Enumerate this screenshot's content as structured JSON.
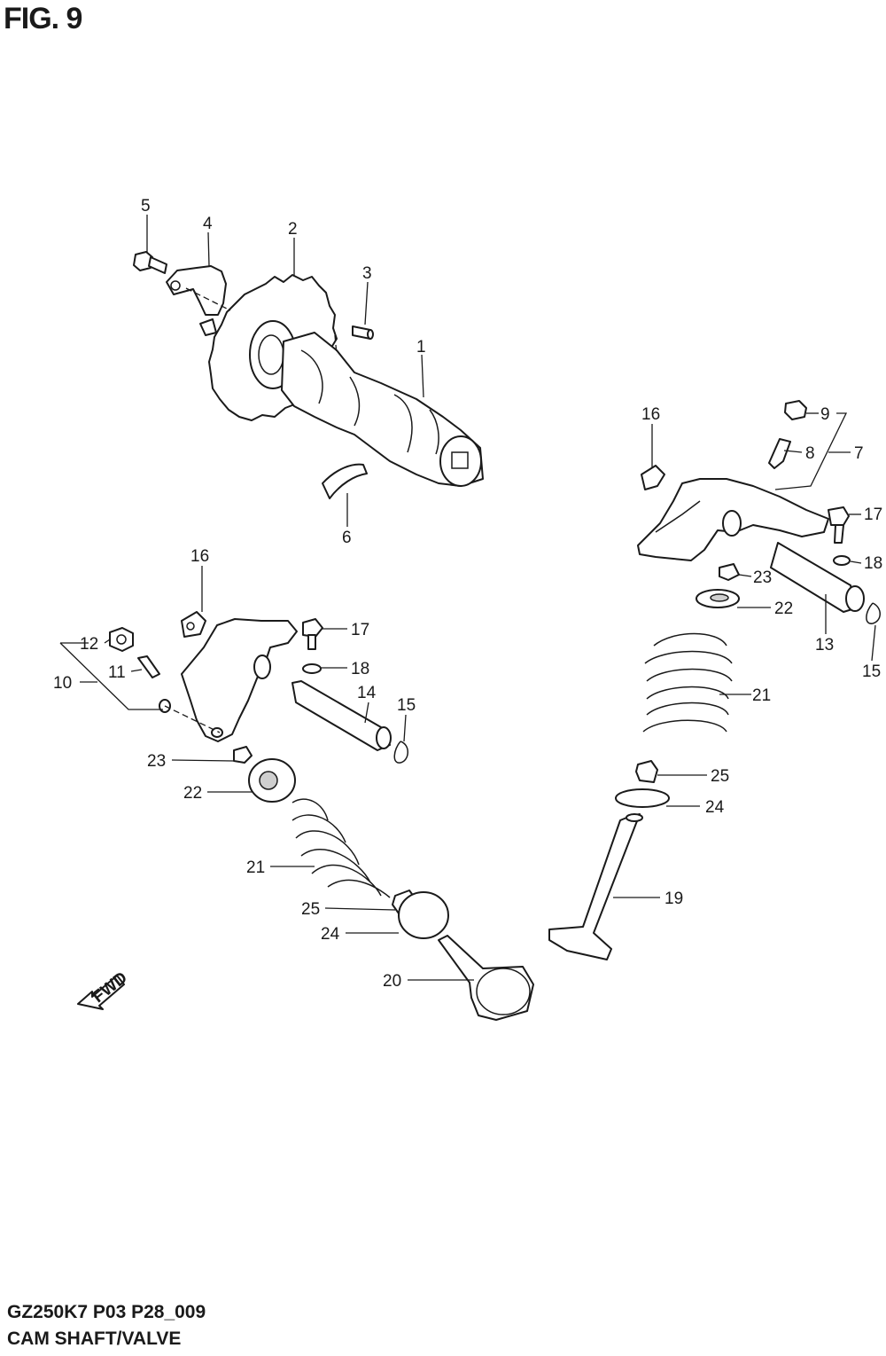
{
  "figure": {
    "title": "FIG. 9"
  },
  "footer": {
    "code": "GZ250K7 P03 P28_009",
    "title": "CAM SHAFT/VALVE"
  },
  "badge": {
    "fwd": "FWD"
  },
  "callouts": {
    "c1": "1",
    "c2": "2",
    "c3": "3",
    "c4": "4",
    "c5": "5",
    "c6": "6",
    "c7": "7",
    "c8": "8",
    "c9": "9",
    "c10": "10",
    "c11": "11",
    "c12": "12",
    "c13": "13",
    "c14": "14",
    "c15a": "15",
    "c15b": "15",
    "c16a": "16",
    "c16b": "16",
    "c17a": "17",
    "c17b": "17",
    "c18a": "18",
    "c18b": "18",
    "c19": "19",
    "c20": "20",
    "c21a": "21",
    "c21b": "21",
    "c22a": "22",
    "c22b": "22",
    "c23a": "23",
    "c23b": "23",
    "c24a": "24",
    "c24b": "24",
    "c25a": "25",
    "c25b": "25"
  }
}
